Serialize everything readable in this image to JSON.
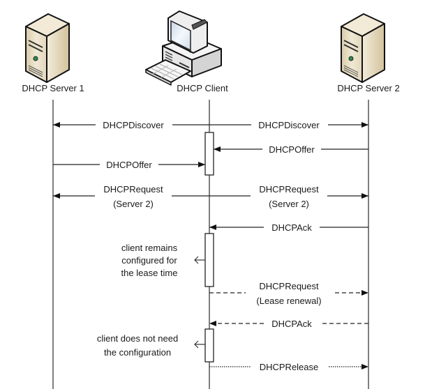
{
  "diagram": {
    "type": "sequence-diagram",
    "actors": [
      {
        "id": "server1",
        "label": "DHCP Server 1",
        "icon": "server-icon"
      },
      {
        "id": "client",
        "label": "DHCP Client",
        "icon": "desktop-computer-icon"
      },
      {
        "id": "server2",
        "label": "DHCP Server 2",
        "icon": "server-icon"
      }
    ],
    "messages": [
      {
        "from": "client",
        "to": "server1",
        "label": [
          "DHCPDiscover"
        ],
        "style": "solid"
      },
      {
        "from": "client",
        "to": "server2",
        "label": [
          "DHCPDiscover"
        ],
        "style": "solid"
      },
      {
        "from": "server2",
        "to": "client",
        "label": [
          "DHCPOffer"
        ],
        "style": "solid"
      },
      {
        "from": "server1",
        "to": "client",
        "label": [
          "DHCPOffer"
        ],
        "style": "solid"
      },
      {
        "from": "client",
        "to": "server1",
        "label": [
          "DHCPRequest",
          "(Server 2)"
        ],
        "style": "solid"
      },
      {
        "from": "client",
        "to": "server2",
        "label": [
          "DHCPRequest",
          "(Server 2)"
        ],
        "style": "solid"
      },
      {
        "from": "server2",
        "to": "client",
        "label": [
          "DHCPAck"
        ],
        "style": "solid"
      },
      {
        "from": "client",
        "to": "server2",
        "label": [
          "DHCPRequest",
          "(Lease renewal)"
        ],
        "style": "dashed"
      },
      {
        "from": "server2",
        "to": "client",
        "label": [
          "DHCPAck"
        ],
        "style": "dashed"
      },
      {
        "from": "client",
        "to": "server2",
        "label": [
          "DHCPRelease"
        ],
        "style": "dotted"
      }
    ],
    "notes": [
      {
        "actor": "client",
        "lines": [
          "client remains",
          "configured for",
          "the lease time"
        ]
      },
      {
        "actor": "client",
        "lines": [
          "client does not need",
          "the configuration"
        ]
      }
    ],
    "colors": {
      "line": "#555555",
      "arrow": "#111111",
      "text": "#1a1a1a",
      "server_body": "#e6dcc4",
      "server_side": "#c9b994",
      "monitor_screen": "#dde6f0"
    }
  }
}
